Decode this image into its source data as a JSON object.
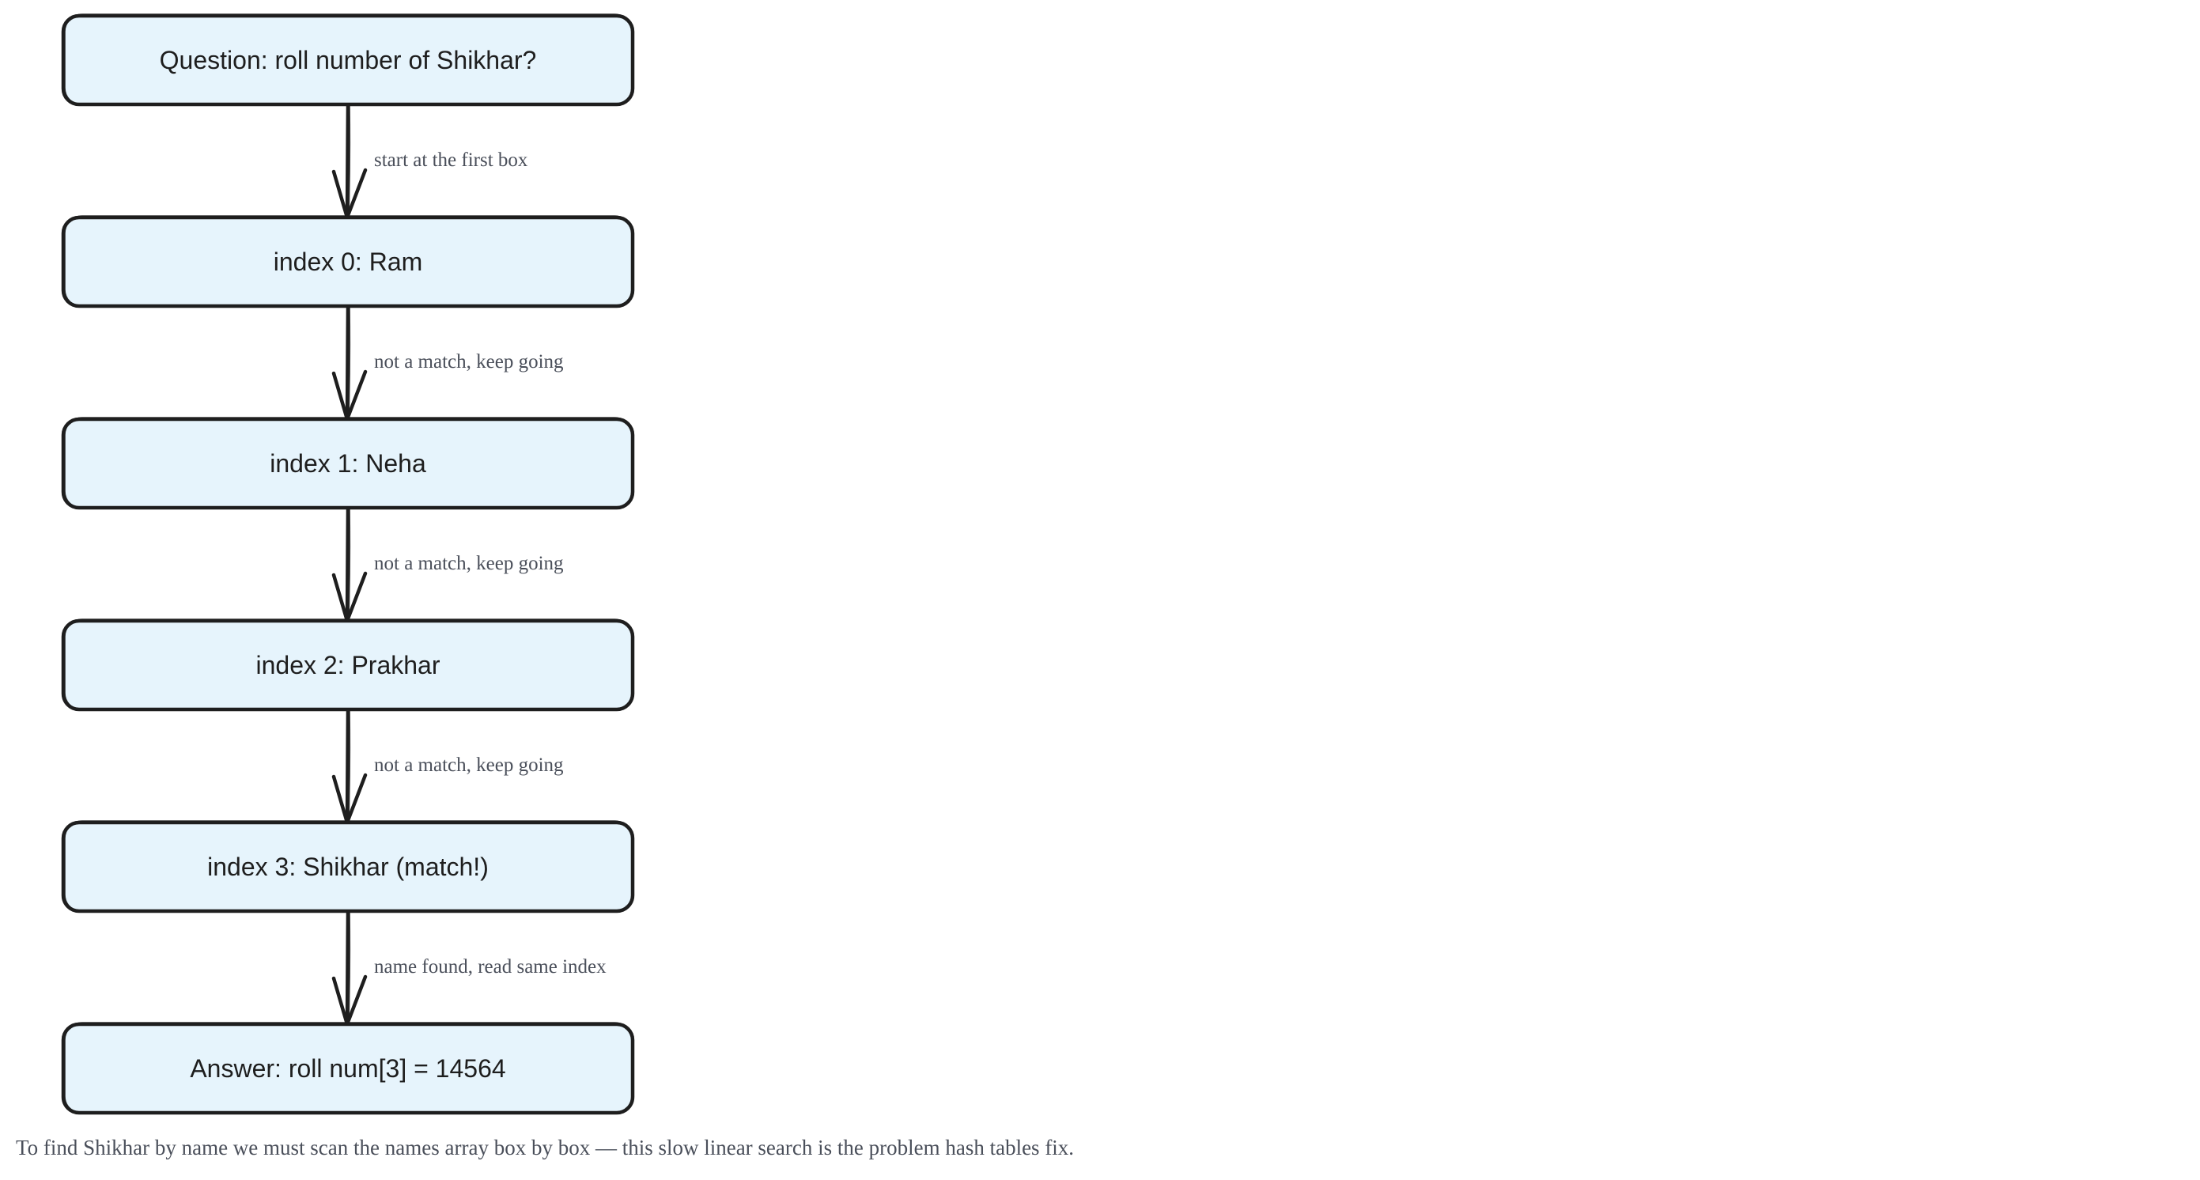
{
  "nodes": [
    {
      "id": "question",
      "label": "Question: roll number of Shikhar?"
    },
    {
      "id": "index-0",
      "label": "index 0: Ram"
    },
    {
      "id": "index-1",
      "label": "index 1: Neha"
    },
    {
      "id": "index-2",
      "label": "index 2: Prakhar"
    },
    {
      "id": "index-3",
      "label": "index 3: Shikhar (match!)"
    },
    {
      "id": "answer",
      "label": "Answer: roll num[3] = 14564"
    }
  ],
  "edges": [
    {
      "from": "question",
      "to": "index-0",
      "label": "start at the first box"
    },
    {
      "from": "index-0",
      "to": "index-1",
      "label": "not a match, keep going"
    },
    {
      "from": "index-1",
      "to": "index-2",
      "label": "not a match, keep going"
    },
    {
      "from": "index-2",
      "to": "index-3",
      "label": "not a match, keep going"
    },
    {
      "from": "index-3",
      "to": "answer",
      "label": "name found, read same index"
    }
  ],
  "caption": "To find Shikhar by name we must scan the names array box by box — this slow linear search is the problem hash tables fix.",
  "colors": {
    "node_fill": "#e6f4fc",
    "stroke": "#1e1e1e",
    "label_text": "#4a4f5a"
  }
}
